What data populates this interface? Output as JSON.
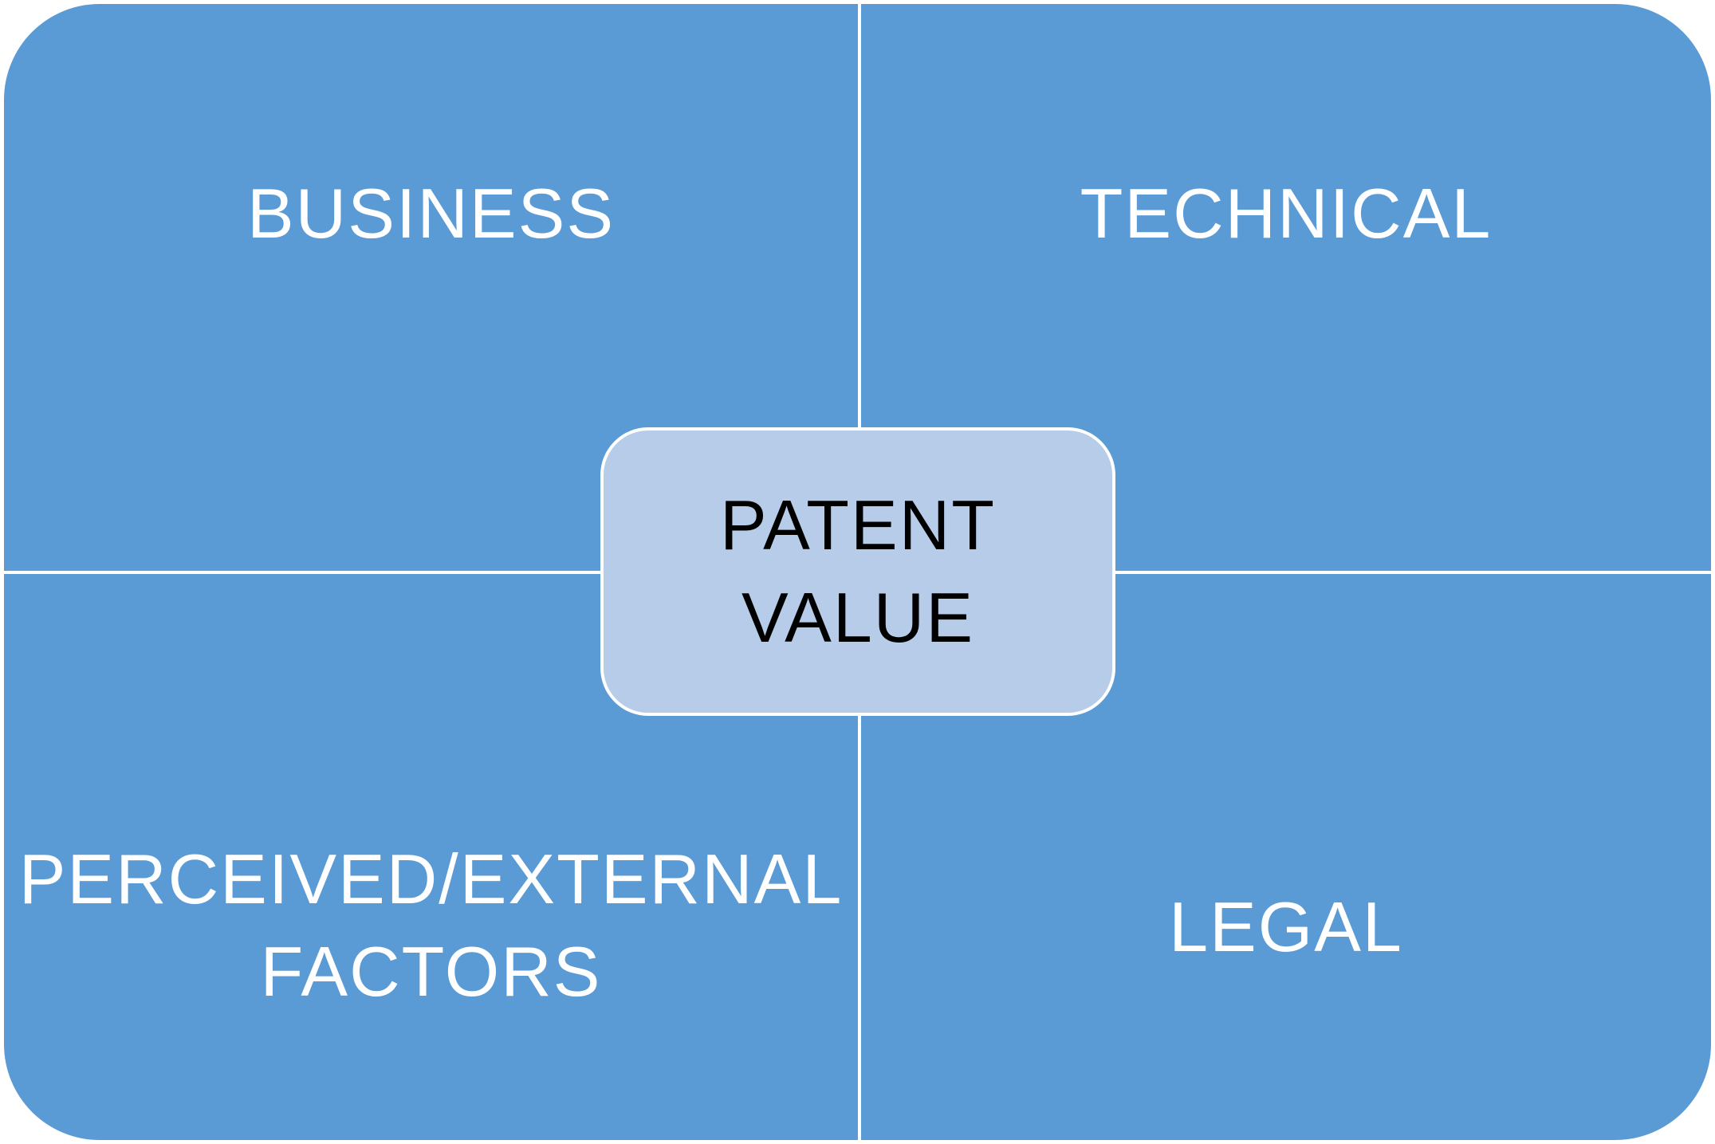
{
  "diagram": {
    "center": {
      "line1": "PATENT",
      "line2": "VALUE"
    },
    "quadrants": {
      "top_left": {
        "label": "BUSINESS"
      },
      "top_right": {
        "label": "TECHNICAL"
      },
      "bottom_left": {
        "line1": "PERCEIVED/EXTERNAL",
        "line2": "FACTORS"
      },
      "bottom_right": {
        "label": "LEGAL"
      }
    },
    "colors": {
      "quadrant_fill": "#5b9bd5",
      "center_fill": "#b7cce8",
      "divider": "#ffffff",
      "quadrant_text": "#ffffff",
      "center_text": "#000000"
    }
  }
}
